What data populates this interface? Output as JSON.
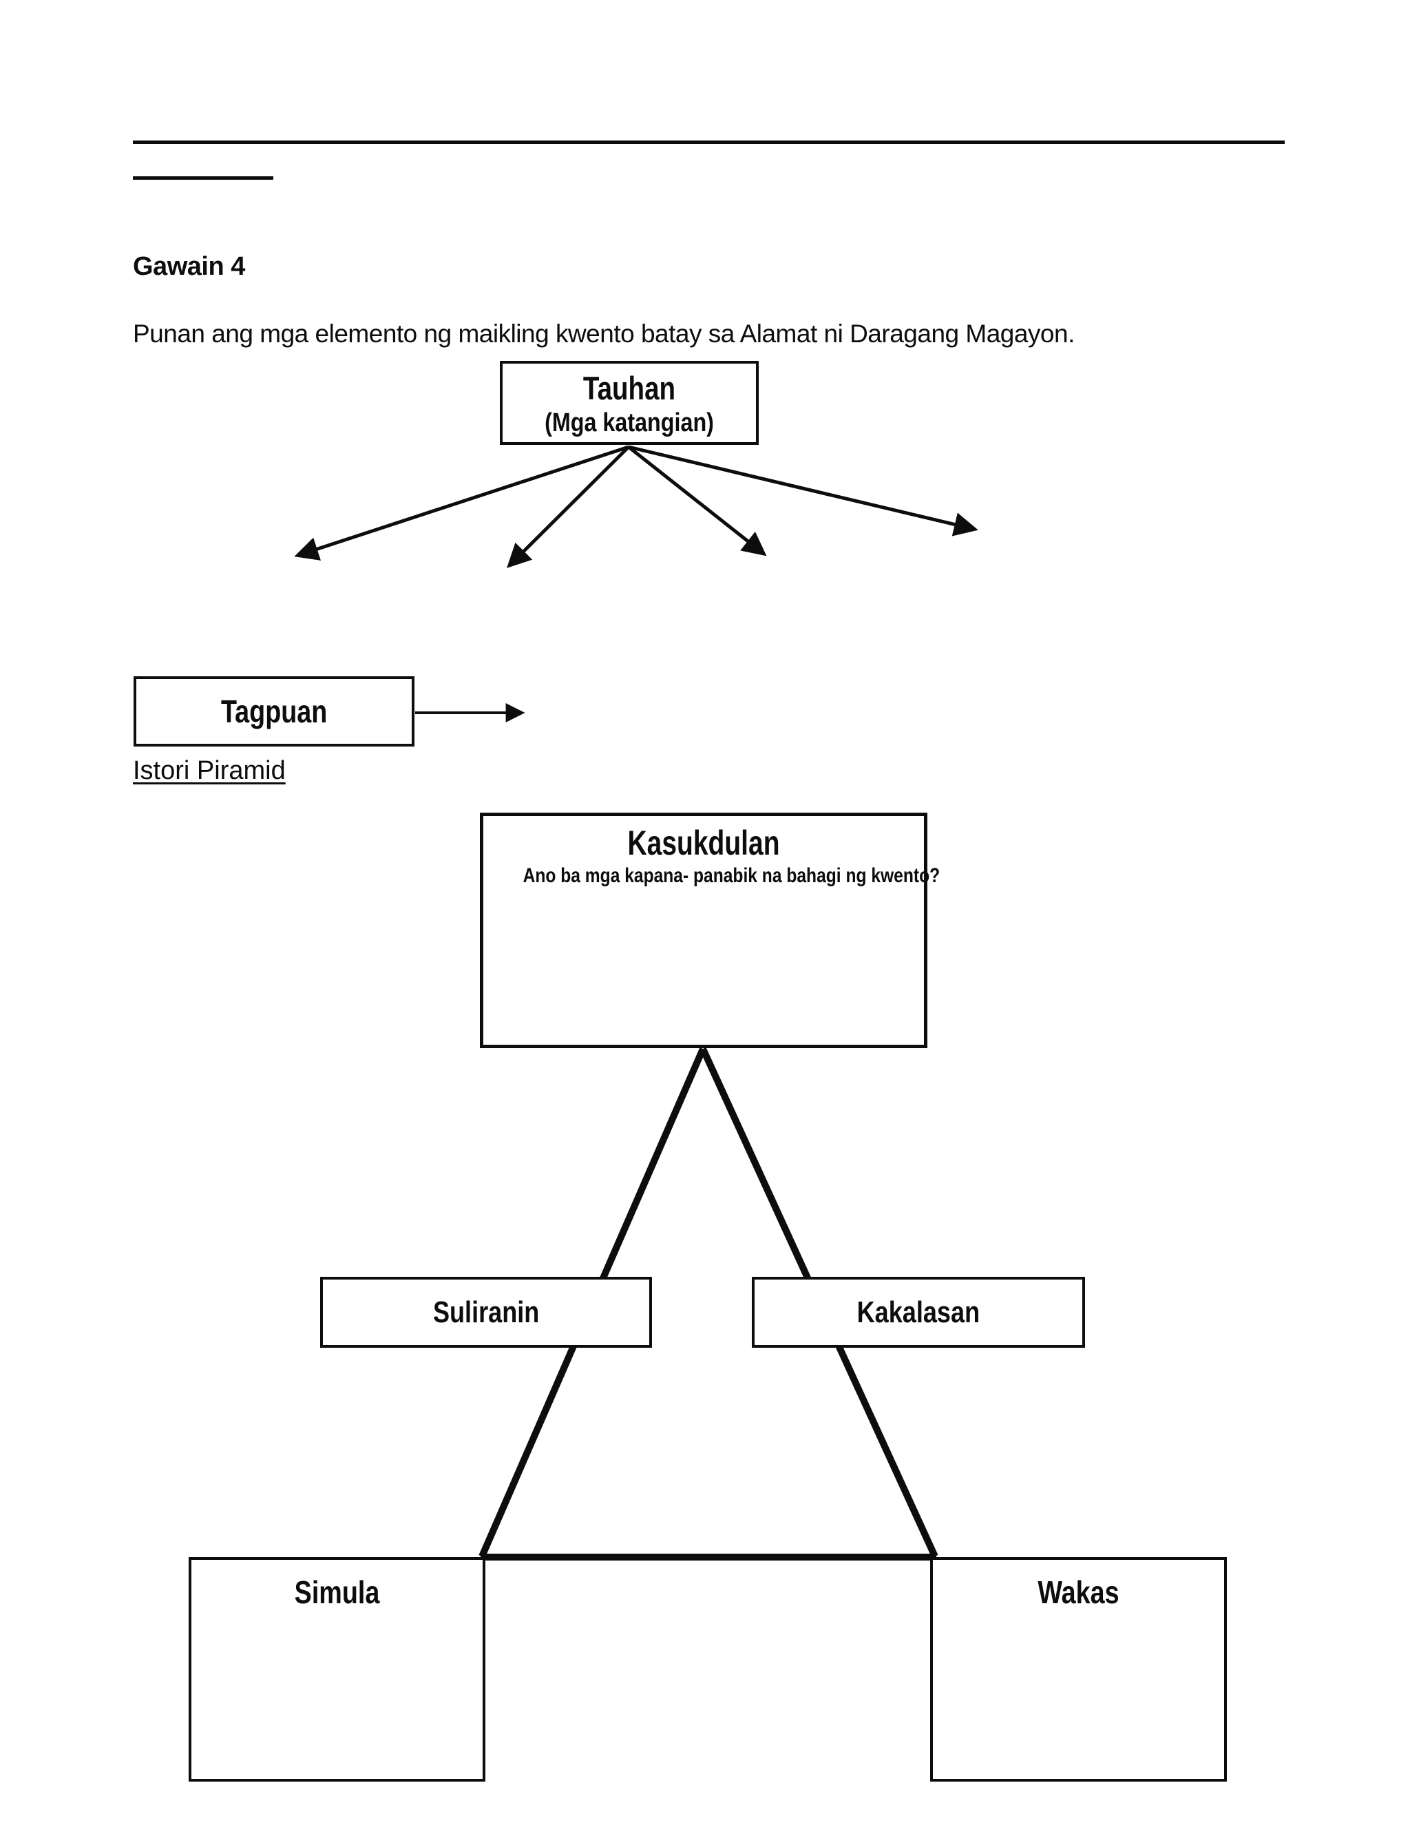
{
  "document": {
    "heading": "Gawain 4",
    "instruction": "Punan ang mga elemento ng maikling kwento batay sa Alamat ni Daragang Magayon.",
    "section_label": "Istori Piramid"
  },
  "character_map": {
    "title": "Tauhan",
    "subtitle": "(Mga katangian)"
  },
  "setting_box": {
    "title": "Tagpuan"
  },
  "story_pyramid": {
    "kasukdulan_title": "Kasukdulan",
    "kasukdulan_question": "Ano ba mga kapana- panabik na bahagi ng kwento?",
    "suliranin_title": "Suliranin",
    "kakalasan_title": "Kakalasan",
    "simula_title": "Simula",
    "wakas_title": "Wakas"
  },
  "colors": {
    "ink": "#0d0d0d",
    "paper": "#ffffff"
  }
}
